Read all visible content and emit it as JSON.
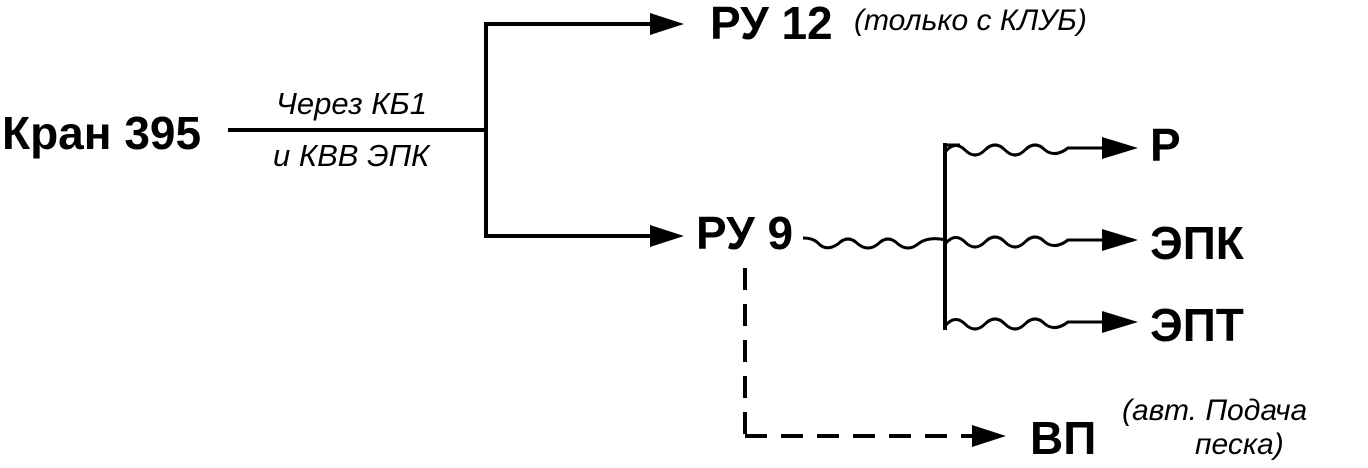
{
  "nodes": {
    "source": "Кран 395",
    "ru12": "РУ 12",
    "ru12_note": "(только с КЛУБ)",
    "ru9": "РУ 9",
    "p": "Р",
    "epk": "ЭПК",
    "ept": "ЭПТ",
    "vp": "ВП",
    "vp_note_line1": "(авт. Подача",
    "vp_note_line2": "песка)"
  },
  "edge_labels": {
    "via_line1": "Через КБ1",
    "via_line2": "и КВВ ЭПК"
  },
  "colors": {
    "line": "#000000",
    "background": "#ffffff"
  }
}
